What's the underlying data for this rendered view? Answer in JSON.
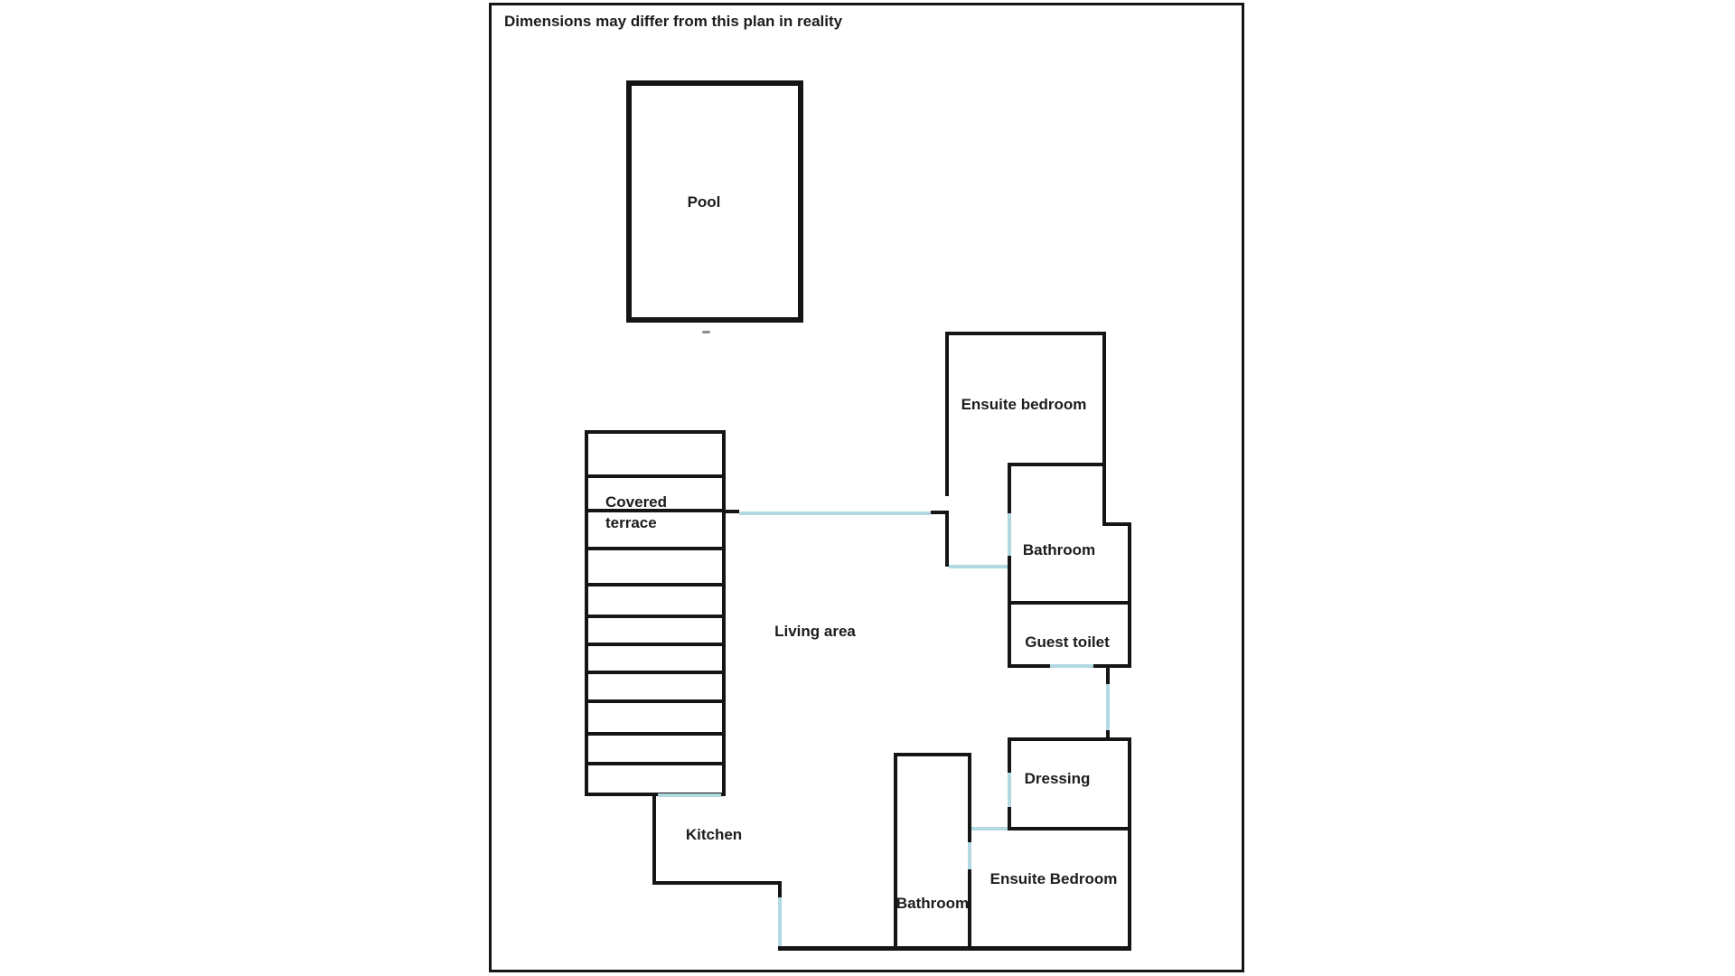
{
  "note": "Dimensions may differ from this plan in reality",
  "colors": {
    "wall": "#151515",
    "door_opening": "#b2d8e2",
    "background": "#ffffff",
    "text": "#1c1c1c"
  },
  "rooms": {
    "pool": "Pool",
    "ensuite_bedroom_1": "Ensuite bedroom",
    "covered_terrace_line1": "Covered",
    "covered_terrace_line2": "terrace",
    "bathroom_1": "Bathroom",
    "guest_toilet": "Guest toilet",
    "living_area": "Living area",
    "dressing": "Dressing",
    "kitchen": "Kitchen",
    "bathroom_2": "Bathroom",
    "ensuite_bedroom_2": "Ensuite Bedroom"
  }
}
